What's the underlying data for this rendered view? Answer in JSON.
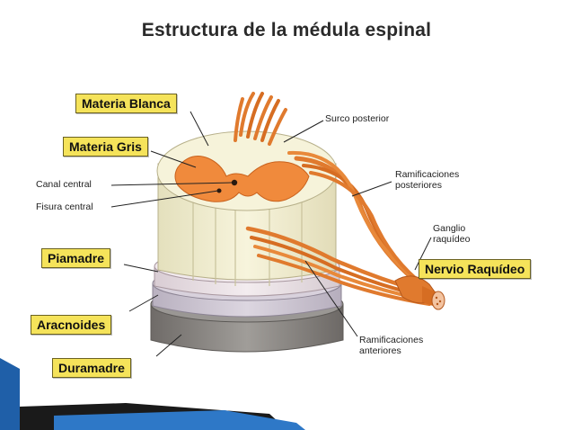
{
  "title": "Estructura de la médula espinal",
  "labels": {
    "materia_blanca": "Materia Blanca",
    "materia_gris": "Materia Gris",
    "canal_central": "Canal central",
    "fisura_central": "Fisura central",
    "piamadre": "Piamadre",
    "aracnoides": "Aracnoides",
    "duramadre": "Duramadre",
    "surco_posterior": "Surco posterior",
    "ramificaciones_posteriores_1": "Ramificaciones",
    "ramificaciones_posteriores_2": "posteriores",
    "ganglio_raquideo_1": "Ganglio",
    "ganglio_raquideo_2": "raquídeo",
    "nervio_raquideo": "Nervio Raquídeo",
    "ramificaciones_anteriores_1": "Ramificaciones",
    "ramificaciones_anteriores_2": "anteriores"
  },
  "colors": {
    "label_box": "#f5e35a",
    "nerve": "#e07a2e",
    "white_matter": "#f2efcf",
    "grey_matter": "#f08a3c",
    "piamadre": "#ebe1e6",
    "aracnoides": "#d2cbd7",
    "duramadre": "#8e8b88",
    "accent_blue": "#1f5fa8"
  }
}
